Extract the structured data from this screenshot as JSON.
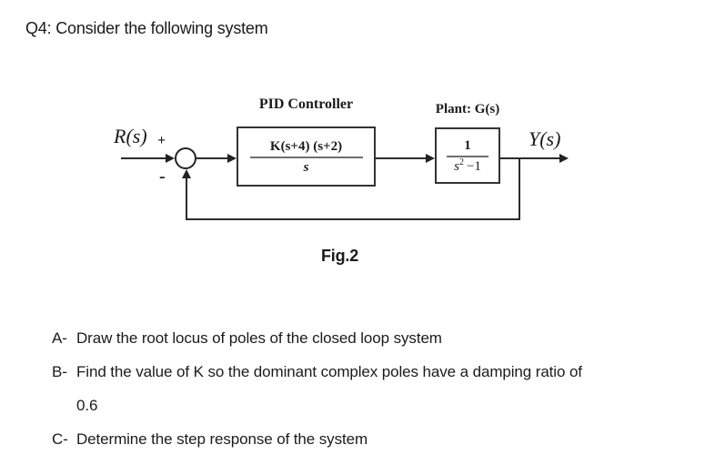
{
  "title": "Q4: Consider the following system",
  "figure": {
    "controller_title": "PID Controller",
    "plant_title": "Plant: G(s)",
    "input_label": "R(s)",
    "output_label": "Y(s)",
    "plus": "+",
    "minus": "-",
    "controller_numerator": "K(s+4) (s+2)",
    "controller_denominator": "s",
    "plant_numerator": "1",
    "plant_den_var": "s",
    "plant_den_exp": "2",
    "plant_den_rest": "−1",
    "caption": "Fig.2"
  },
  "questions": [
    {
      "label": "A-",
      "text": "Draw the root locus of poles of the closed loop system"
    },
    {
      "label": "B-",
      "text": "Find the value of K so the dominant complex poles have a damping ratio of",
      "continuation": "0.6"
    },
    {
      "label": "C-",
      "text": "Determine the step response of the system"
    }
  ],
  "colors": {
    "ink": "#1b1b1b",
    "line": "#2b2b2b",
    "fraction_bar": "#6f6f6f",
    "background": "#ffffff"
  }
}
